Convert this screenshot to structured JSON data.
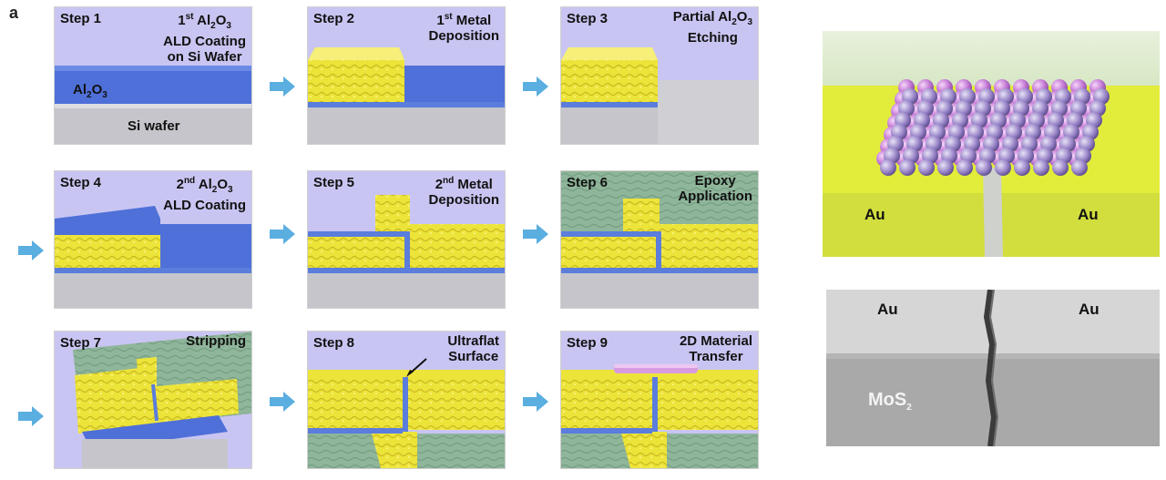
{
  "panel_label": "a",
  "steps": [
    {
      "num": "Step 1",
      "cap_html": "1<sup>st</sup> Al<sub>2</sub>O<sub>3</sub><br>ALD Coating<br>on Si Wafer"
    },
    {
      "num": "Step 2",
      "cap_html": "1<sup>st</sup> Metal<br>Deposition"
    },
    {
      "num": "Step 3",
      "cap_html": "Partial Al<sub>2</sub>O<sub>3</sub><br>Etching"
    },
    {
      "num": "Step 4",
      "cap_html": "2<sup>nd</sup> Al<sub>2</sub>O<sub>3</sub><br>ALD Coating"
    },
    {
      "num": "Step 5",
      "cap_html": "2<sup>nd</sup> Metal<br>Deposition"
    },
    {
      "num": "Step 6",
      "cap_html": "Epoxy<br>Application"
    },
    {
      "num": "Step 7",
      "cap_html": "Stripping"
    },
    {
      "num": "Step 8",
      "cap_html": "Ultraflat<br>Surface"
    },
    {
      "num": "Step 9",
      "cap_html": "2D Material<br>Transfer"
    }
  ],
  "step1_labels": {
    "al2o3_html": "Al<sub>2</sub>O<sub>3</sub>",
    "si": "Si wafer"
  },
  "right_top": {
    "left_label": "Au",
    "right_label": "Au"
  },
  "right_bottom": {
    "left_label": "Au",
    "right_label": "Au",
    "mos2_html": "MoS<sub>2</sub>"
  },
  "colors": {
    "sky": "#c7c3f0",
    "al2o3": "#4f6fd6",
    "gold": "#f0e63a",
    "si": "#c8c8cc",
    "epoxy": "#7fa88a"
  }
}
